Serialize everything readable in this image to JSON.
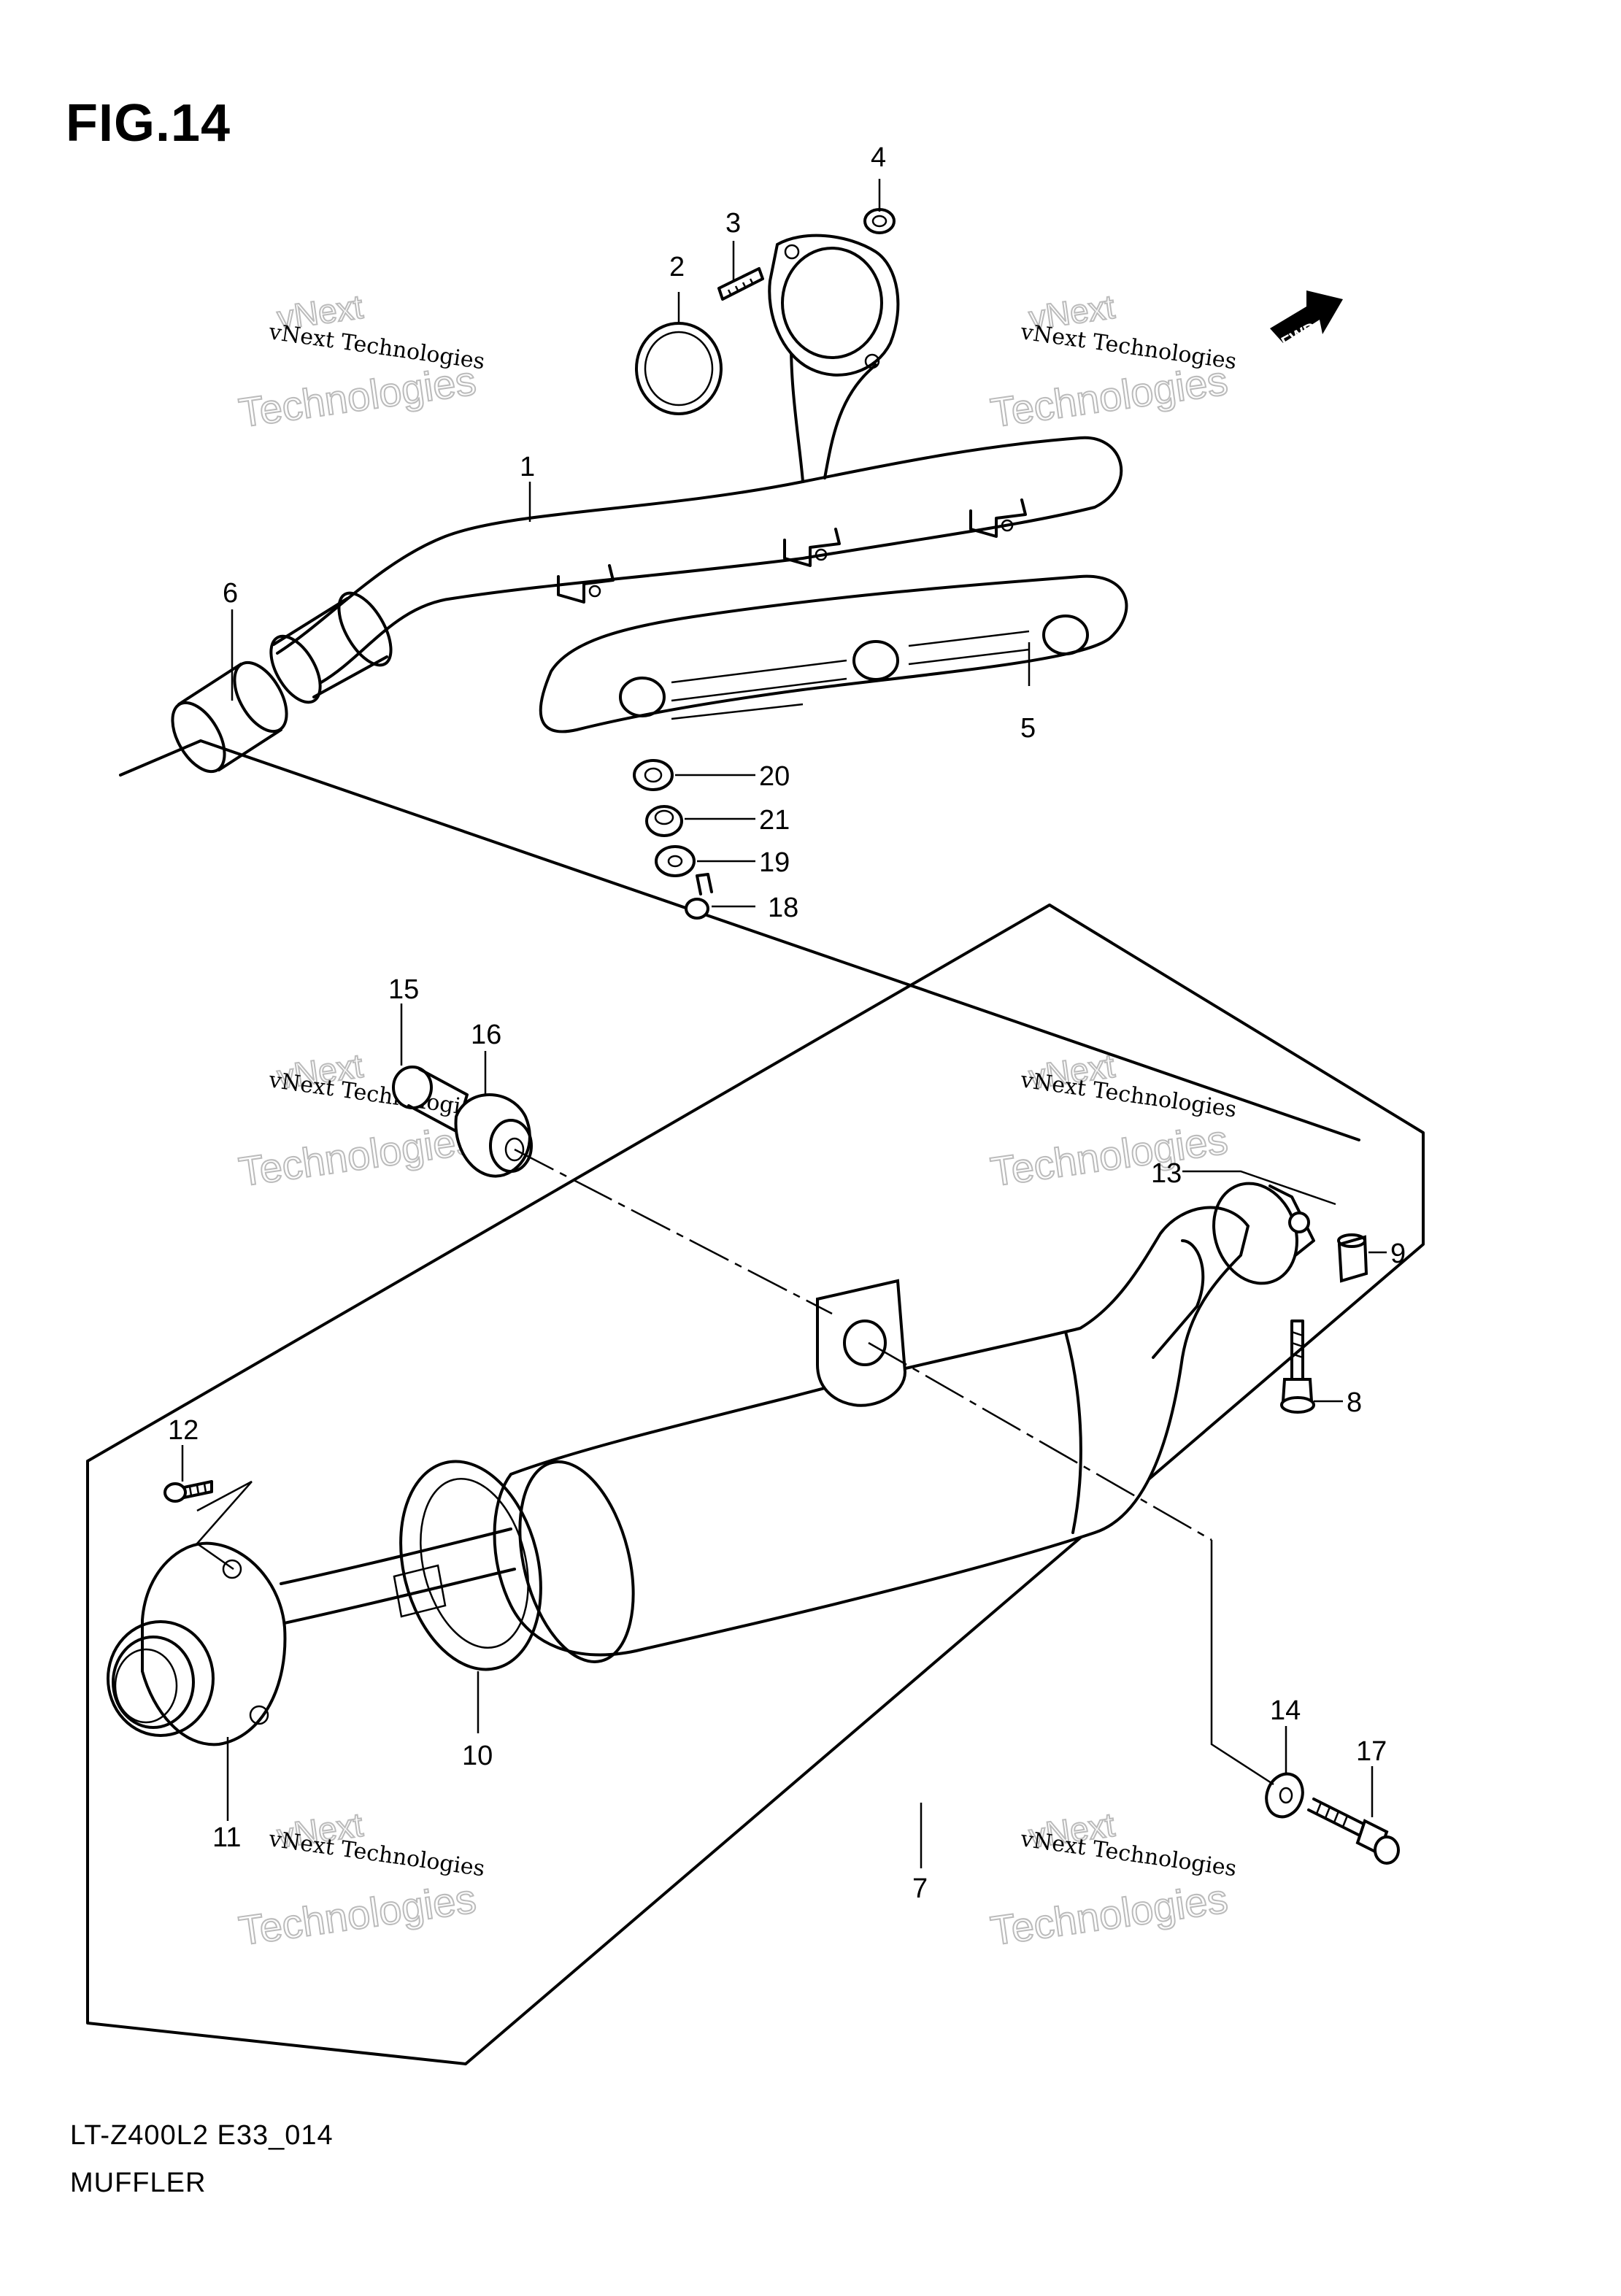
{
  "figure": {
    "title": "FIG.14",
    "code": "LT-Z400L2 E33_014",
    "caption": "MUFFLER",
    "fwd_label": "FWD"
  },
  "watermark": {
    "line1": "vNext Technologies",
    "line2": "Technologies",
    "line3": "vNext"
  },
  "callouts": [
    "1",
    "2",
    "3",
    "4",
    "5",
    "6",
    "7",
    "8",
    "9",
    "10",
    "11",
    "12",
    "13",
    "14",
    "15",
    "16",
    "17",
    "18",
    "19",
    "20",
    "21"
  ]
}
